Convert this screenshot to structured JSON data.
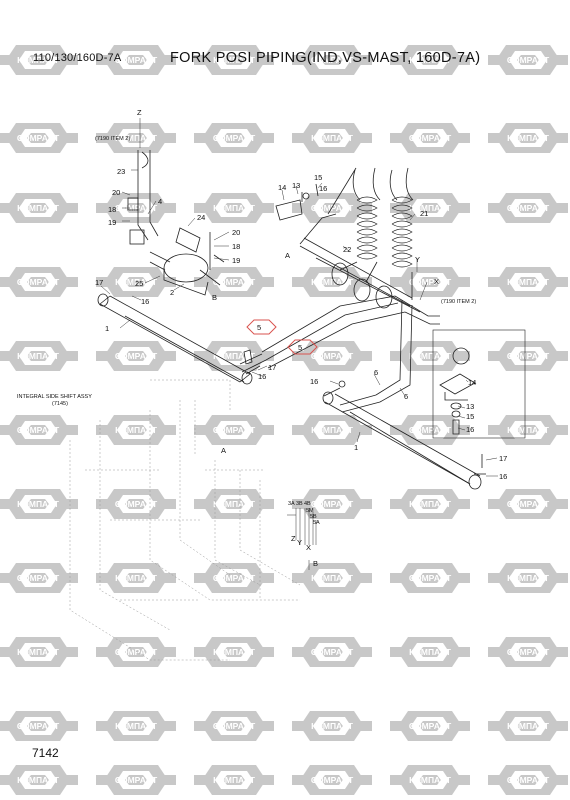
{
  "header": {
    "model_code": "110/130/160D-7A",
    "title": "FORK POSI PIPING(IND,VS-MAST, 160D-7A)"
  },
  "footer": {
    "page_number": "7142"
  },
  "watermark": {
    "brand_a": "КОМПАРТ",
    "brand_b": "COMPART",
    "color": "#c8c8c8"
  },
  "highlight_color": "#d9534f",
  "diagram": {
    "refs": {
      "item_7190": "(7190 ITEM 2)",
      "item_7190_right": "(7190 ITEM 2)",
      "integral_side_shift": "INTEGRAL SIDE SHIFT ASSY",
      "integral_side_shift_ref": "(7145)"
    },
    "axes": {
      "x": "X",
      "y": "Y",
      "z": "Z"
    },
    "views": {
      "a": "A",
      "b": "B"
    },
    "small_refs": [
      "3A",
      "3B",
      "4B",
      "5M",
      "5B",
      "5A"
    ],
    "callouts": {
      "part_1": "1",
      "part_2": "2",
      "part_4": "4",
      "part_5": "5",
      "part_6": "6",
      "part_13": "13",
      "part_14": "14",
      "part_15": "15",
      "part_16": "16",
      "part_17": "17",
      "part_18": "18",
      "part_19": "19",
      "part_20": "20",
      "part_21": "21",
      "part_22": "22",
      "part_23": "23",
      "part_24": "24",
      "part_25": "25"
    }
  }
}
